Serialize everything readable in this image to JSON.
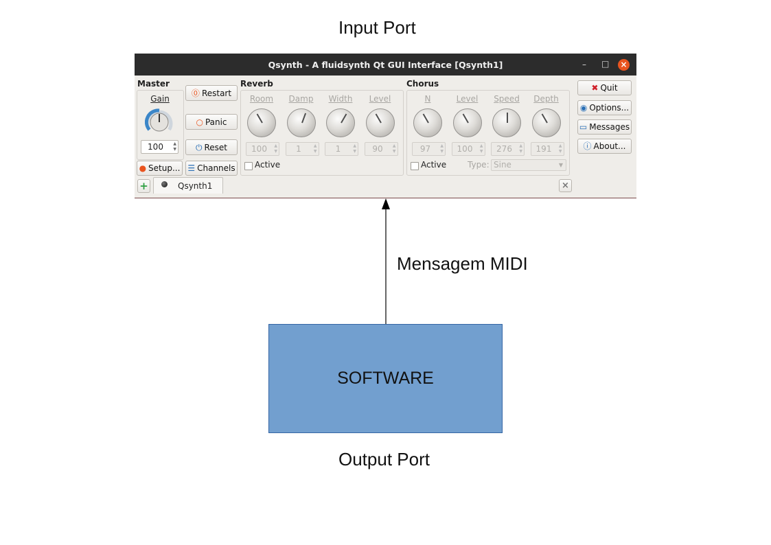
{
  "diagram": {
    "input_port_label": "Input Port",
    "output_port_label": "Output Port",
    "arrow_label": "Mensagem MIDI",
    "software_box_label": "SOFTWARE",
    "software_box_color": "#729fcf"
  },
  "window": {
    "title": "Qsynth - A fluidsynth Qt GUI Interface [Qsynth1]",
    "minimize_glyph": "–",
    "maximize_glyph": "□",
    "close_glyph": "×"
  },
  "master": {
    "title": "Master",
    "gain_label": "Gain",
    "gain_value": "100",
    "restart_label": "Restart",
    "panic_label": "Panic",
    "reset_label": "Reset",
    "setup_label": "Setup...",
    "channels_label": "Channels"
  },
  "reverb": {
    "title": "Reverb",
    "knobs": [
      {
        "label": "Room",
        "value": "100"
      },
      {
        "label": "Damp",
        "value": "1"
      },
      {
        "label": "Width",
        "value": "1"
      },
      {
        "label": "Level",
        "value": "90"
      }
    ],
    "active_label": "Active"
  },
  "chorus": {
    "title": "Chorus",
    "knobs": [
      {
        "label": "N",
        "value": "97"
      },
      {
        "label": "Level",
        "value": "100"
      },
      {
        "label": "Speed",
        "value": "276"
      },
      {
        "label": "Depth",
        "value": "191"
      }
    ],
    "active_label": "Active",
    "type_label": "Type:",
    "type_value": "Sine"
  },
  "side_buttons": {
    "quit": "Quit",
    "options": "Options...",
    "messages": "Messages",
    "about": "About..."
  },
  "tabs": {
    "add_glyph": "+",
    "instance_name": "Qsynth1",
    "close_glyph": "×"
  },
  "colors": {
    "accent_red": "#e9541f",
    "gain_ring": "#3b86c8",
    "add_green": "#2ea043",
    "titlebar": "#2c2c2c"
  }
}
